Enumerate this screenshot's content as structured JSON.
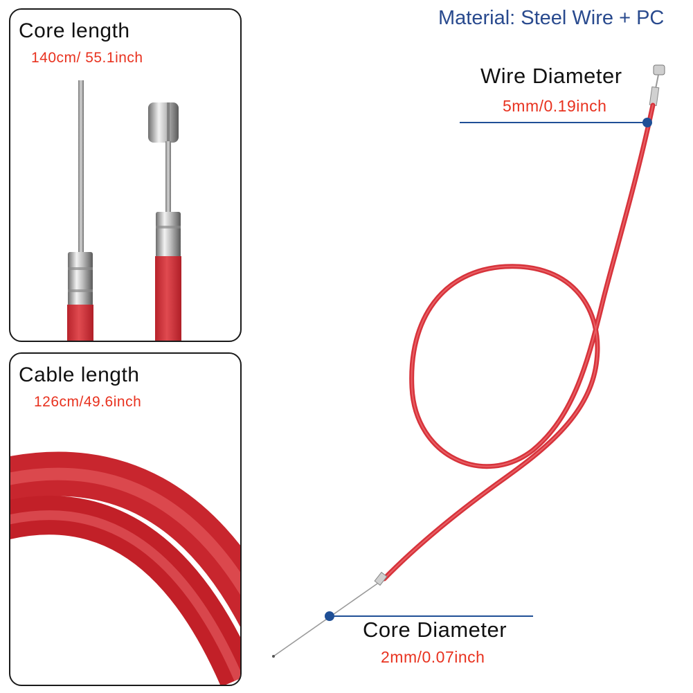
{
  "material": "Material: Steel Wire + PC",
  "core_panel": {
    "title": "Core length",
    "value": "140cm/ 55.1inch"
  },
  "cable_panel": {
    "title": "Cable length",
    "value": "126cm/49.6inch"
  },
  "wire_diameter": {
    "title": "Wire Diameter",
    "value": "5mm/0.19inch"
  },
  "core_diameter": {
    "title": "Core Diameter",
    "value": "2mm/0.07inch"
  },
  "colors": {
    "cable_red": "#d7333b",
    "label_red": "#e8321f",
    "marker_blue": "#1f4f96",
    "material_blue": "#294a8e"
  }
}
